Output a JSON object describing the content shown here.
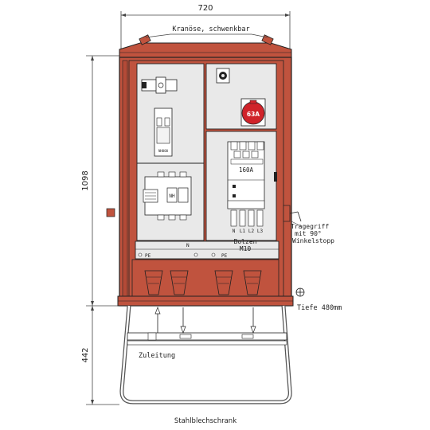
{
  "dimensions": {
    "width": "720",
    "height_cabinet": "1098",
    "height_stand": "442"
  },
  "labels": {
    "crane_eye": "Kranöse, schwenkbar",
    "socket_rating": "63A",
    "contactor_rating": "160A",
    "terminal_labels": [
      "N",
      "L1",
      "L2",
      "L3"
    ],
    "pe_label_left": "PE",
    "pe_label_right": "PE",
    "n_label": "N",
    "nh_label": "NH",
    "nh000_label": "NH000",
    "bolt_line1": "Bolzen",
    "bolt_line2": "M10",
    "handle_line1": "Tragegriff",
    "handle_line2": "mit 90°",
    "handle_line3": "Winkelstopp",
    "depth": "Tiefe 480mm",
    "feed": "Zuleitung",
    "material": "Stahlblechschrank"
  },
  "colors": {
    "cabinet_red": "#c0533e",
    "panel_grey": "#e9e9e9",
    "socket_red": "#d0232a",
    "outline": "#222222"
  }
}
